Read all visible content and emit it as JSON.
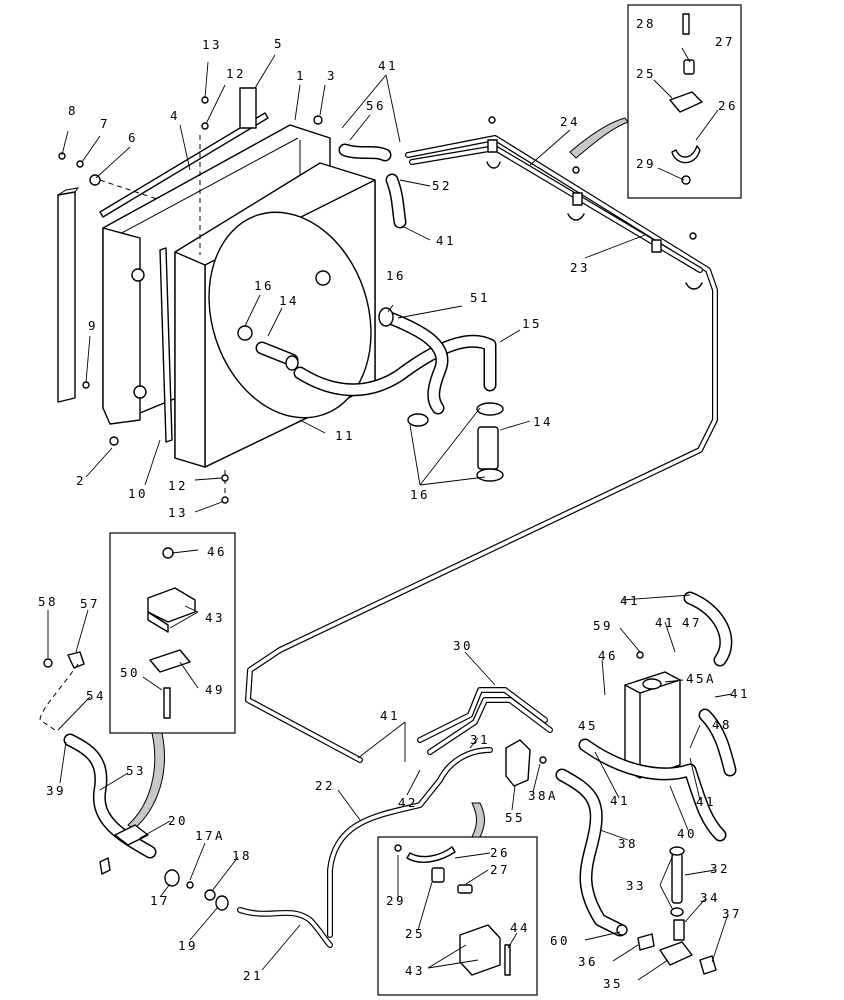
{
  "callouts": {
    "c1": "1",
    "c2": "2",
    "c3": "3",
    "c4": "4",
    "c5": "5",
    "c6": "6",
    "c7": "7",
    "c8": "8",
    "c9": "9",
    "c10": "10",
    "c11": "11",
    "c12a": "12",
    "c12b": "12",
    "c13a": "13",
    "c13b": "13",
    "c14a": "14",
    "c14b": "14",
    "c15": "15",
    "c16a": "16",
    "c16b": "16",
    "c16c": "16",
    "c17": "17",
    "c17a": "17A",
    "c18": "18",
    "c19": "19",
    "c20": "20",
    "c21": "21",
    "c22": "22",
    "c23": "23",
    "c24": "24",
    "c25a": "25",
    "c25b": "25",
    "c26a": "26",
    "c26b": "26",
    "c27a": "27",
    "c27b": "27",
    "c28": "28",
    "c29a": "29",
    "c29b": "29",
    "c30": "30",
    "c31": "31",
    "c32": "32",
    "c33": "33",
    "c34": "34",
    "c35": "35",
    "c36": "36",
    "c37": "37",
    "c38": "38",
    "c38a": "38A",
    "c39": "39",
    "c40": "40",
    "c41a": "41",
    "c41b": "41",
    "c41c": "41",
    "c41d": "41",
    "c41e": "41",
    "c41f": "41",
    "c41g": "41",
    "c41h": "41",
    "c42": "42",
    "c43a": "43",
    "c43b": "43",
    "c44": "44",
    "c45": "45",
    "c45a": "45A",
    "c46a": "46",
    "c46b": "46",
    "c47": "47",
    "c48": "48",
    "c49": "49",
    "c50": "50",
    "c51": "51",
    "c52": "52",
    "c53": "53",
    "c54": "54",
    "c55": "55",
    "c56": "56",
    "c57": "57",
    "c58": "58",
    "c59": "59",
    "c60": "60"
  }
}
